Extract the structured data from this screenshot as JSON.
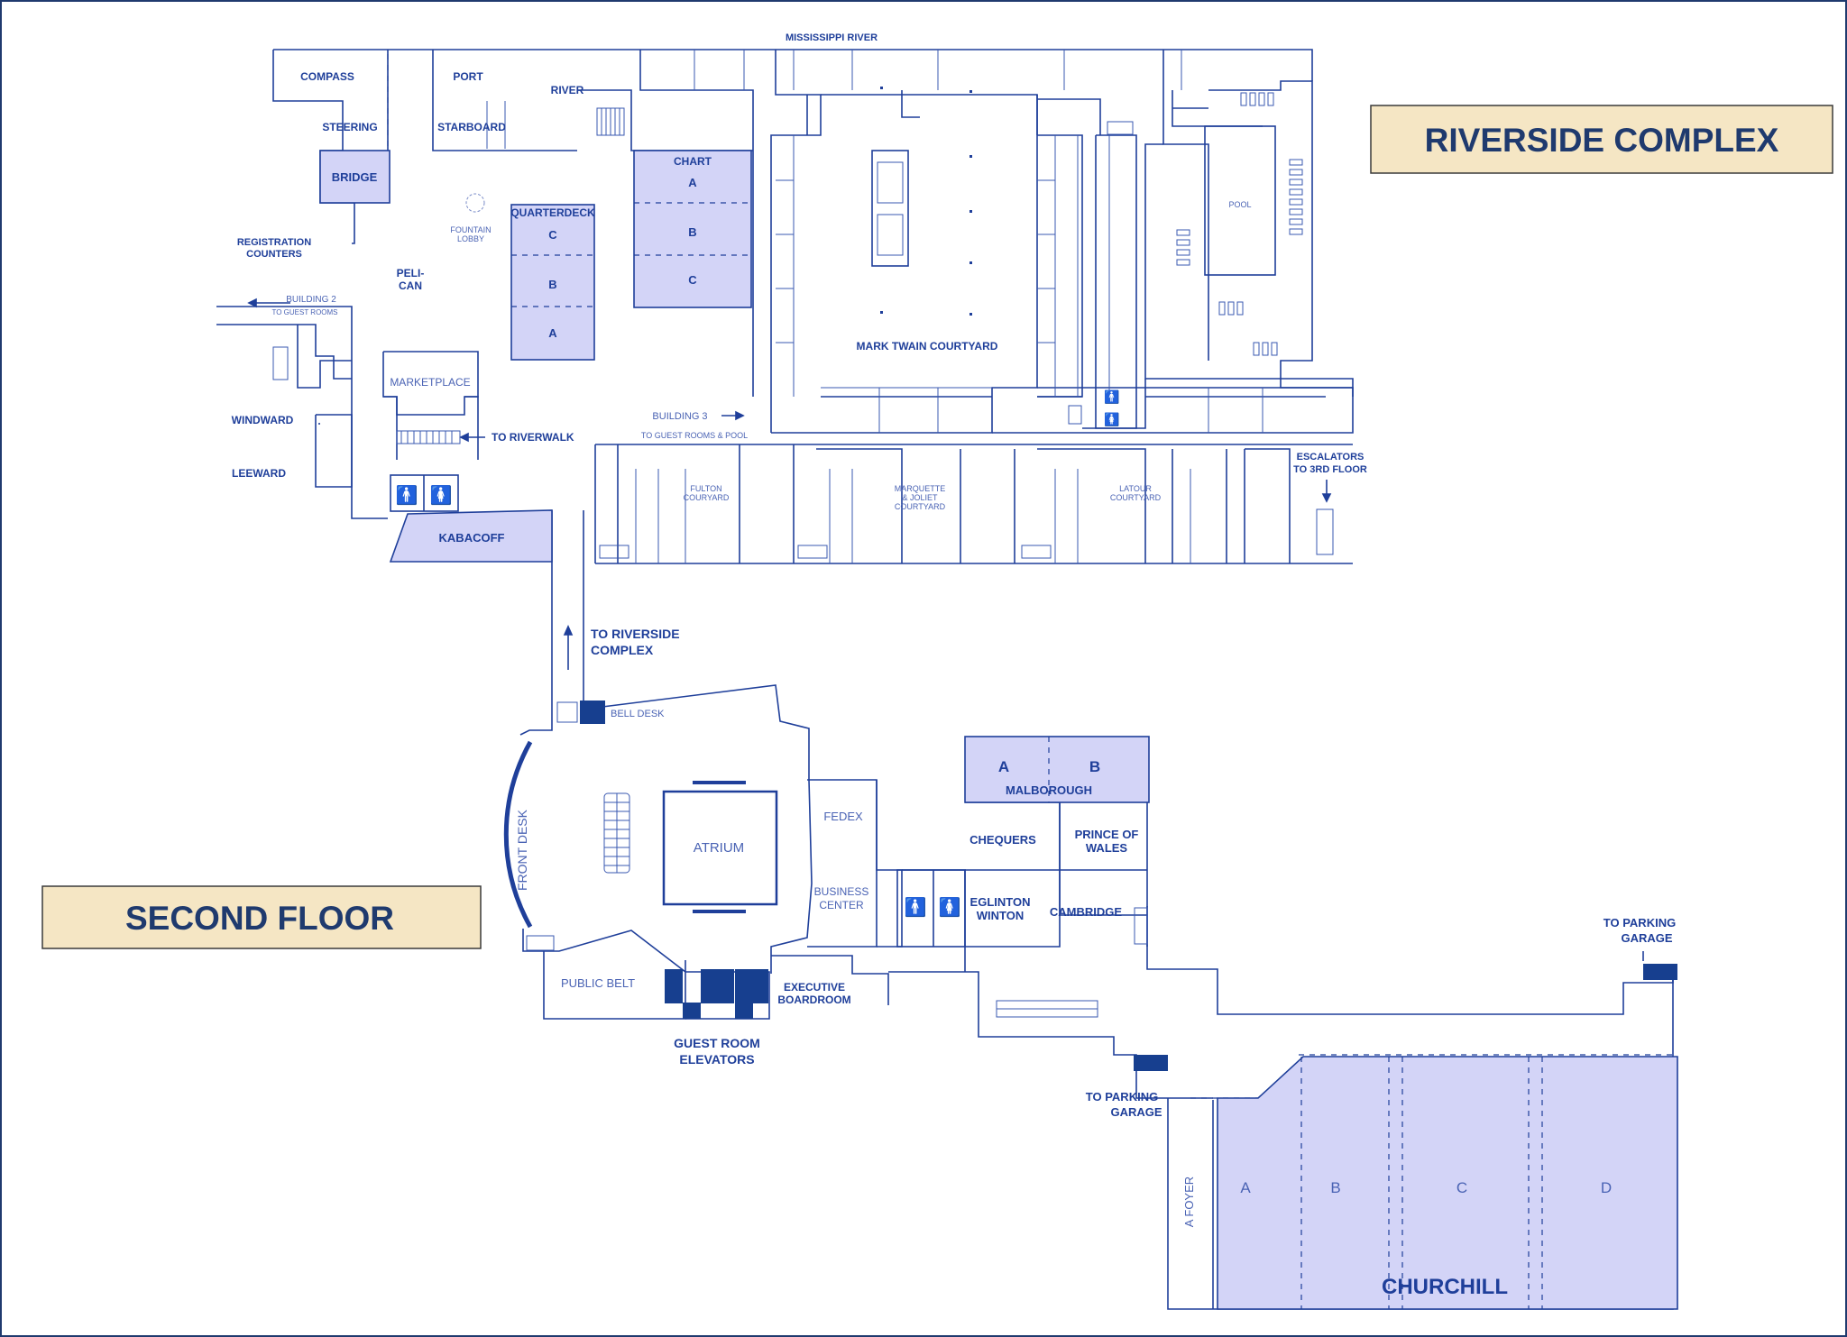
{
  "titles": {
    "riverside": "RIVERSIDE COMPLEX",
    "second_floor": "SECOND FLOOR"
  },
  "riverside": {
    "river": "MISSISSIPPI RIVER",
    "compass": "COMPASS",
    "port": "PORT",
    "river_room": "RIVER",
    "steering": "STEERING",
    "starboard": "STARBOARD",
    "bridge": "BRIDGE",
    "registration_line1": "REGISTRATION",
    "registration_line2": "COUNTERS",
    "fountain_line1": "FOUNTAIN",
    "fountain_line2": "LOBBY",
    "quarterdeck": "QUARTERDECK",
    "quarterdeck_c": "C",
    "quarterdeck_b": "B",
    "quarterdeck_a": "A",
    "chart": "CHART",
    "chart_a": "A",
    "chart_b": "B",
    "chart_c": "C",
    "pelican_line1": "PELI-",
    "pelican_line2": "CAN",
    "building2_line1": "BUILDING 2",
    "building2_line2": "TO GUEST ROOMS",
    "marketplace": "MARKETPLACE",
    "to_riverwalk": "TO RIVERWALK",
    "windward": "WINDWARD",
    "leeward": "LEEWARD",
    "kabacoff": "KABACOFF",
    "building3": "BUILDING 3",
    "building3_sub": "TO GUEST ROOMS & POOL",
    "mark_twain": "MARK TWAIN COURTYARD",
    "pool": "POOL",
    "fulton_line1": "FULTON",
    "fulton_line2": "COURYARD",
    "marquette_line1": "MARQUETTE",
    "marquette_line2": "& JOLIET",
    "marquette_line3": "COURTYARD",
    "latour_line1": "LATOUR",
    "latour_line2": "COURTYARD",
    "escalators_line1": "ESCALATORS",
    "escalators_line2": "TO 3RD FLOOR"
  },
  "second_floor": {
    "to_riverside_line1": "TO RIVERSIDE",
    "to_riverside_line2": "COMPLEX",
    "bell_desk": "BELL DESK",
    "front_desk": "FRONT DESK",
    "atrium": "ATRIUM",
    "fedex": "FEDEX",
    "business_line1": "BUSINESS",
    "business_line2": "CENTER",
    "public_belt": "PUBLIC BELT",
    "executive_line1": "EXECUTIVE",
    "executive_line2": "BOARDROOM",
    "elevators_line1": "GUEST ROOM",
    "elevators_line2": "ELEVATORS",
    "malborough": "MALBOROUGH",
    "malborough_a": "A",
    "malborough_b": "B",
    "chequers": "CHEQUERS",
    "prince_line1": "PRINCE OF",
    "prince_line2": "WALES",
    "eglinton_line1": "EGLINTON",
    "eglinton_line2": "WINTON",
    "cambridge": "CAMBRIDGE",
    "parking_top_line1": "TO PARKING",
    "parking_top_line2": "GARAGE",
    "parking_mid_line1": "TO PARKING",
    "parking_mid_line2": "GARAGE",
    "a_foyer": "A FOYER",
    "churchill": "CHURCHILL",
    "churchill_a": "A",
    "churchill_b": "B",
    "churchill_c": "C",
    "churchill_d": "D"
  },
  "colors": {
    "line": "#1f3f9a",
    "room_fill": "#d3d4f7",
    "title_bg": "#f5e6c4",
    "title_text": "#1f3a6e",
    "accent_dark": "#173f8f"
  }
}
